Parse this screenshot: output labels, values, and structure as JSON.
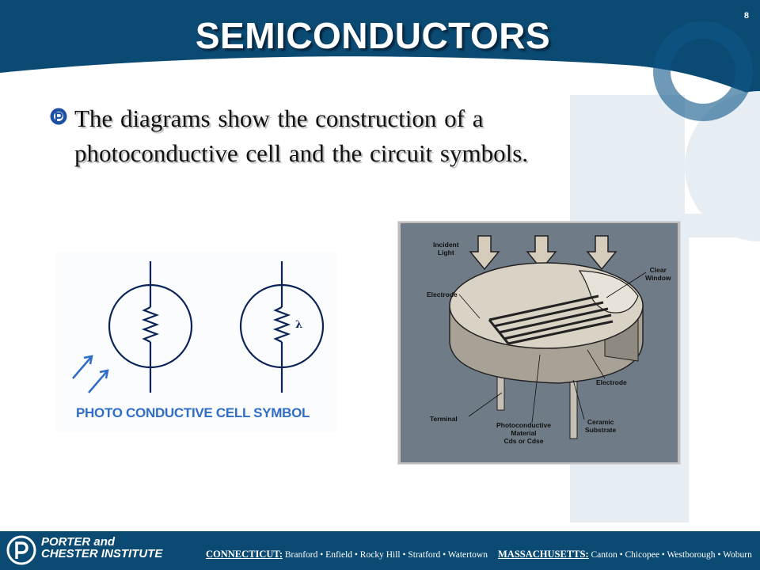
{
  "slide": {
    "title": "SEMICONDUCTORS",
    "page_number": "8",
    "body_text": "The diagrams show the construction of a photoconductive cell and the circuit symbols."
  },
  "symbol_figure": {
    "caption": "PHOTO CONDUCTIVE CELL SYMBOL",
    "lambda": "λ"
  },
  "construction_figure": {
    "labels": {
      "incident_light": "Incident\nLight",
      "clear_window": "Clear\nWindow",
      "electrode_top": "Electrode",
      "electrode_right": "Electrode",
      "terminal": "Terminal",
      "photoconductive_material": "Photoconductive\nMaterial\nCds or Cdse",
      "ceramic_substrate": "Ceramic\nSubstrate"
    }
  },
  "footer": {
    "logo_line1": "PORTER and",
    "logo_line2": "CHESTER INSTITUTE",
    "connecticut_label": "CONNECTICUT:",
    "connecticut_towns": "Branford • Enfield • Rocky Hill • Stratford • Watertown",
    "massachusetts_label": "MASSACHUSETTS:",
    "massachusetts_towns": "Canton • Chicopee • Westborough • Woburn"
  },
  "colors": {
    "header_blue": "#0b4a72",
    "watermark_blue": "#e6edf3",
    "caption_blue": "#2f6dc9",
    "photo_background": "#6f7b86"
  }
}
